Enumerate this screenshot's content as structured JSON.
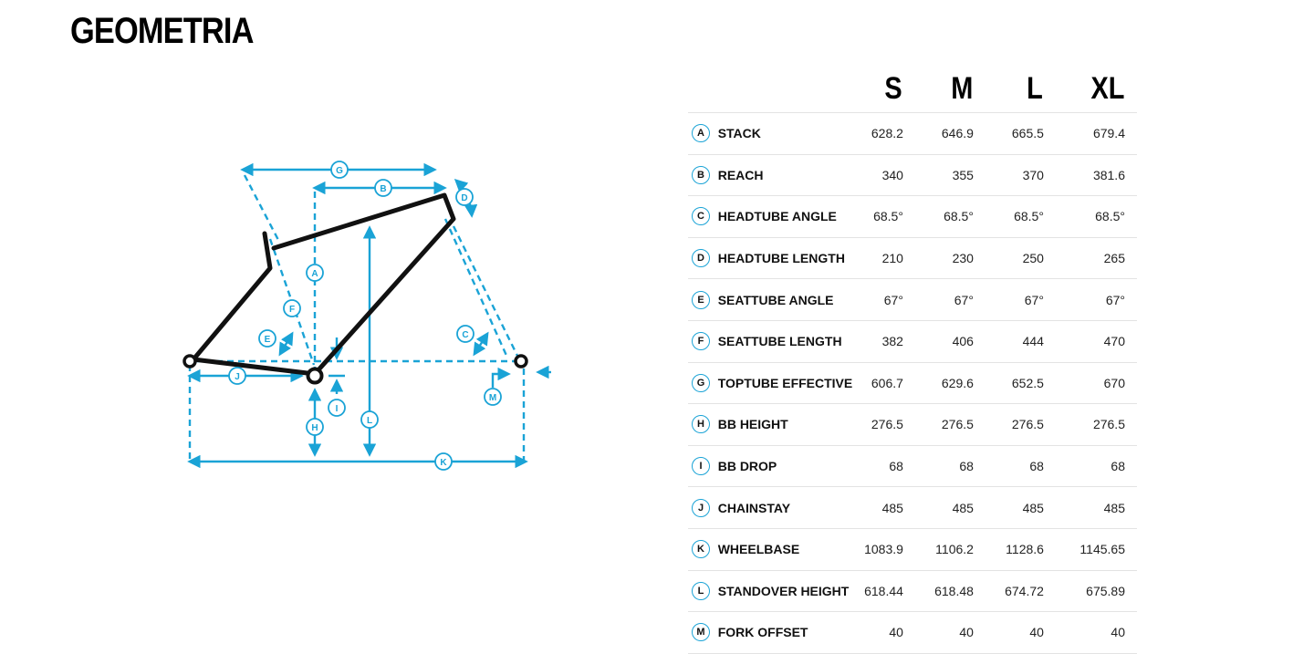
{
  "page": {
    "title": "GEOMETRIA"
  },
  "sizes": [
    "S",
    "M",
    "L",
    "XL"
  ],
  "accent_color": "#1aa3d6",
  "frame_color": "#111111",
  "diagram_labels": [
    "A",
    "B",
    "C",
    "D",
    "E",
    "F",
    "G",
    "H",
    "I",
    "J",
    "K",
    "L",
    "M"
  ],
  "rows": [
    {
      "letter": "A",
      "label": "STACK",
      "values": [
        "628.2",
        "646.9",
        "665.5",
        "679.4"
      ]
    },
    {
      "letter": "B",
      "label": "REACH",
      "values": [
        "340",
        "355",
        "370",
        "381.6"
      ]
    },
    {
      "letter": "C",
      "label": "HEADTUBE ANGLE",
      "values": [
        "68.5°",
        "68.5°",
        "68.5°",
        "68.5°"
      ]
    },
    {
      "letter": "D",
      "label": "HEADTUBE LENGTH",
      "values": [
        "210",
        "230",
        "250",
        "265"
      ]
    },
    {
      "letter": "E",
      "label": "SEATTUBE ANGLE",
      "values": [
        "67°",
        "67°",
        "67°",
        "67°"
      ]
    },
    {
      "letter": "F",
      "label": "SEATTUBE LENGTH",
      "values": [
        "382",
        "406",
        "444",
        "470"
      ]
    },
    {
      "letter": "G",
      "label": "TOPTUBE EFFECTIVE",
      "values": [
        "606.7",
        "629.6",
        "652.5",
        "670"
      ]
    },
    {
      "letter": "H",
      "label": "BB HEIGHT",
      "values": [
        "276.5",
        "276.5",
        "276.5",
        "276.5"
      ]
    },
    {
      "letter": "I",
      "label": "BB DROP",
      "values": [
        "68",
        "68",
        "68",
        "68"
      ]
    },
    {
      "letter": "J",
      "label": "CHAINSTAY",
      "values": [
        "485",
        "485",
        "485",
        "485"
      ]
    },
    {
      "letter": "K",
      "label": "WHEELBASE",
      "values": [
        "1083.9",
        "1106.2",
        "1128.6",
        "1145.65"
      ]
    },
    {
      "letter": "L",
      "label": "STANDOVER HEIGHT",
      "values": [
        "618.44",
        "618.48",
        "674.72",
        "675.89"
      ]
    },
    {
      "letter": "M",
      "label": "FORK OFFSET",
      "values": [
        "40",
        "40",
        "40",
        "40"
      ]
    }
  ]
}
